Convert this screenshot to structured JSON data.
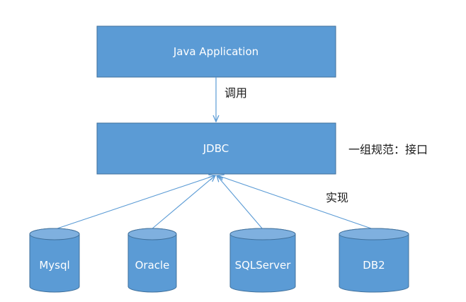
{
  "nodes": {
    "app": {
      "label": "Java Application"
    },
    "jdbc": {
      "label": "JDBC"
    }
  },
  "edges": {
    "call_label": "调用",
    "implement_label": "实现"
  },
  "annotations": {
    "interface_note": "一组规范：接口"
  },
  "databases": [
    {
      "label": "Mysql"
    },
    {
      "label": "Oracle"
    },
    {
      "label": "SQLServer"
    },
    {
      "label": "DB2"
    }
  ],
  "colors": {
    "box_fill": "#5b9bd5",
    "box_stroke": "#41719c",
    "arrow": "#5b9bd5",
    "text_dark": "#1a1a1a",
    "text_light": "#ffffff"
  }
}
